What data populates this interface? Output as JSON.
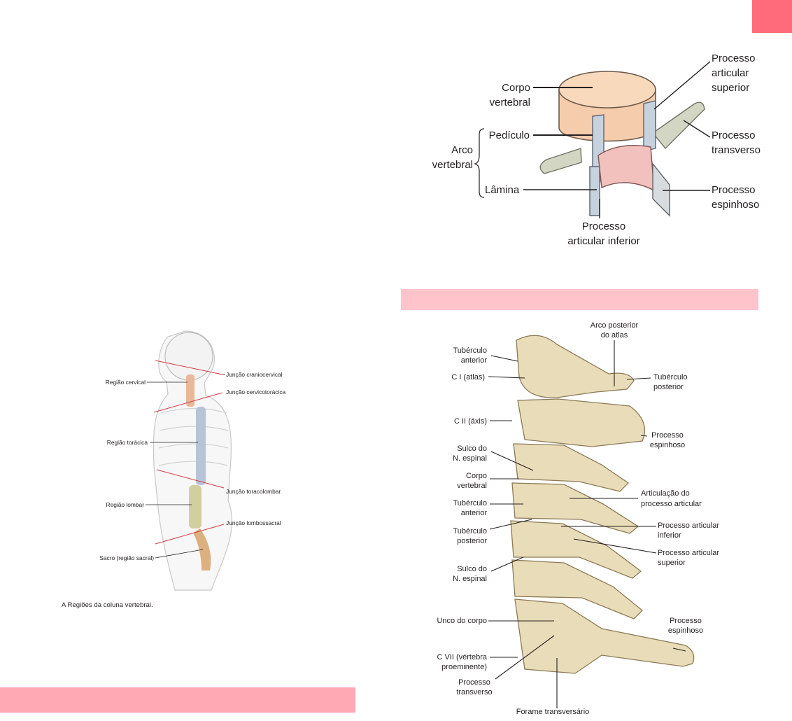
{
  "colors": {
    "corner_tab": "#ff6b7a",
    "section_bar_right": "#ffc3cc",
    "section_bar_left": "#ffa9b5"
  },
  "schematic": {
    "labels": {
      "corpo_1": "Corpo",
      "corpo_2": "vertebral",
      "arco_1": "Arco",
      "arco_2": "vertebral",
      "pediculo": "Pedículo",
      "lamina": "Lâmina",
      "proc_art_sup_1": "Processo",
      "proc_art_sup_2": "articular",
      "proc_art_sup_3": "superior",
      "proc_transv_1": "Processo",
      "proc_transv_2": "transverso",
      "proc_esp_1": "Processo",
      "proc_esp_2": "espinhoso",
      "proc_art_inf_1": "Processo",
      "proc_art_inf_2": "articular inferior"
    }
  },
  "spine_figure": {
    "regions": {
      "cervical": "Região cervical",
      "toracica": "Região torácica",
      "lombar": "Região lombar",
      "sacro": "Sacro (região sacral)"
    },
    "junctions": {
      "craniocervical": "Junção craniocervical",
      "cervicotoracica": "Junção cervicotorácica",
      "toracolombar": "Junção toracolombar",
      "lombossacral": "Junção lombossacral"
    },
    "caption": "A  Regiões da coluna vertebral."
  },
  "cervical_figure": {
    "labels": {
      "arco_post_1": "Arco posterior",
      "arco_post_2": "do atlas",
      "tub_ant_1": "Tubérculo",
      "tub_ant_2": "anterior",
      "c1": "C I (atlas)",
      "tub_post_1": "Tubérculo",
      "tub_post_2": "posterior",
      "c2": "C II (áxis)",
      "proc_esp_1": "Processo",
      "proc_esp_2": "espinhoso",
      "sulco1_1": "Sulco do",
      "sulco1_2": "N. espinal",
      "corpo_1": "Corpo",
      "corpo_2": "vertebral",
      "artic_1": "Articulação do",
      "artic_2": "processo articular",
      "tub_ant2_1": "Tubérculo",
      "tub_ant2_2": "anterior",
      "pai_1": "Processo articular",
      "pai_2": "inferior",
      "tub_post2_1": "Tubérculo",
      "tub_post2_2": "posterior",
      "pas_1": "Processo articular",
      "pas_2": "superior",
      "sulco2_1": "Sulco do",
      "sulco2_2": "N. espinal",
      "unco": "Unco do corpo",
      "proc_esp2_1": "Processo",
      "proc_esp2_2": "espinhoso",
      "c7_1": "C VII (vértebra",
      "c7_2": "proeminente)",
      "proc_tr_1": "Processo",
      "proc_tr_2": "transverso",
      "forame": "Forame transversário"
    }
  }
}
